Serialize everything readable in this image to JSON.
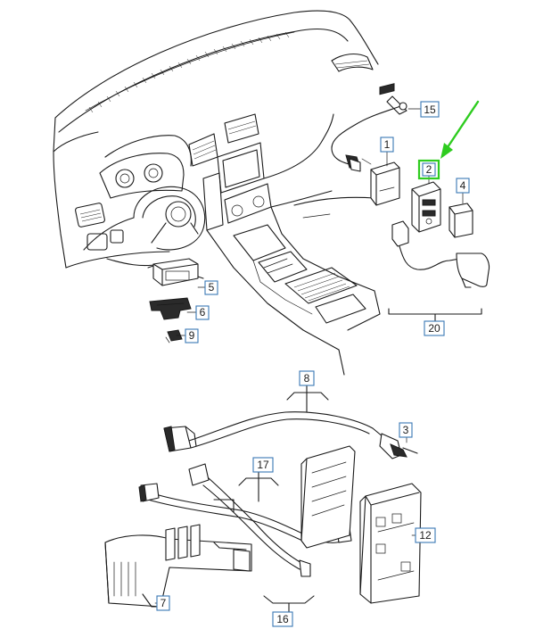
{
  "labels": {
    "l1": "1",
    "l2": "2",
    "l3": "3",
    "l4": "4",
    "l5": "5",
    "l6": "6",
    "l7": "7",
    "l8": "8",
    "l9": "9",
    "l12": "12",
    "l15": "15",
    "l16": "16",
    "l17": "17",
    "l20": "20"
  },
  "colors": {
    "label_border": "#3a78b5",
    "highlight": "#2ecc1f",
    "line": "#1a1a1a"
  }
}
